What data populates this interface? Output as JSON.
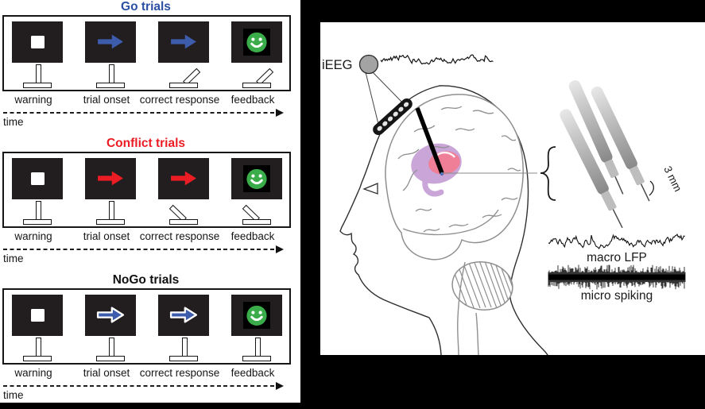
{
  "colors": {
    "canvas_bg": "#000000",
    "panel_bg": "#ffffff",
    "screen_bg": "#221e1f",
    "arrow_blue": "#3d5cab",
    "arrow_red": "#ec1c24",
    "smiley_green": "#3aad4a",
    "region_purple": "#c9a5d8",
    "region_pink": "#ef7e97",
    "electrode_dark": "#000000"
  },
  "frame_labels": [
    "warning",
    "trial onset",
    "correct response",
    "feedback"
  ],
  "task_panels": [
    {
      "title": "Go trials",
      "title_color": "#2b4fa2",
      "screens": [
        "white-square",
        "arrow",
        "arrow",
        "smiley"
      ],
      "arrow_style": {
        "fill": "#3d5cab",
        "outline": null
      },
      "levers": [
        "up",
        "up",
        "right",
        "right"
      ],
      "time_label": "time"
    },
    {
      "title": "Conflict trials",
      "title_color": "#ec1c24",
      "screens": [
        "white-square",
        "arrow",
        "arrow",
        "smiley"
      ],
      "arrow_style": {
        "fill": "#ec1c24",
        "outline": null
      },
      "levers": [
        "up",
        "up",
        "left",
        "left"
      ],
      "time_label": "time"
    },
    {
      "title": "NoGo trials",
      "title_color": "#111111",
      "screens": [
        "white-square",
        "arrow",
        "arrow",
        "smiley"
      ],
      "arrow_style": {
        "fill": "#3d5cab",
        "outline": "#ffffff"
      },
      "levers": [
        "up",
        "up",
        "up",
        "up"
      ],
      "time_label": "time"
    }
  ],
  "diagram": {
    "ieeg_label": "iEEG",
    "scale_label": "3 mm",
    "macro_lfp_label": "macro LFP",
    "micro_spiking_label": "micro spiking"
  }
}
